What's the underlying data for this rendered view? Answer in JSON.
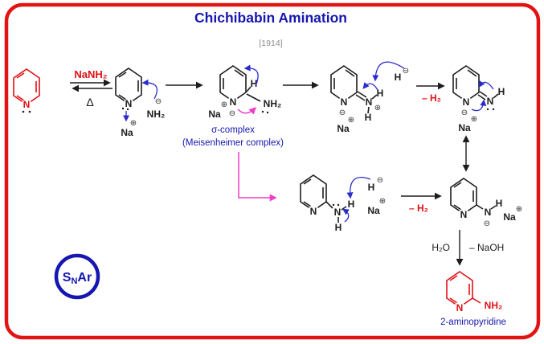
{
  "title": "Chichibabin Amination",
  "year": "[1914]",
  "badge": {
    "s": "S",
    "n": "N",
    "ar": "Ar"
  },
  "atoms": {
    "n": "N",
    "h": "H",
    "na": "Na",
    "nh2": "NH₂",
    "plus": "⊕",
    "minus": "⊖"
  },
  "reaction": {
    "reagent": "NaNH₂",
    "heat": "Δ",
    "sigma_label": "σ-complex",
    "sigma_sublabel": "(Meisenheimer complex)",
    "minus_h2": "– H₂",
    "h2o": "H₂O",
    "minus_naoh": "– NaOH",
    "product_name": "2-aminopyridine"
  },
  "colors": {
    "border_red": "#e41313",
    "structure_red": "#e01015",
    "label_blue": "#1616b0",
    "mechanism_arrow_blue": "#2b2bd0",
    "alt_path_magenta": "#ee3ec8",
    "year_gray": "#8c8c8c",
    "structure_black": "#1d1d1d"
  }
}
